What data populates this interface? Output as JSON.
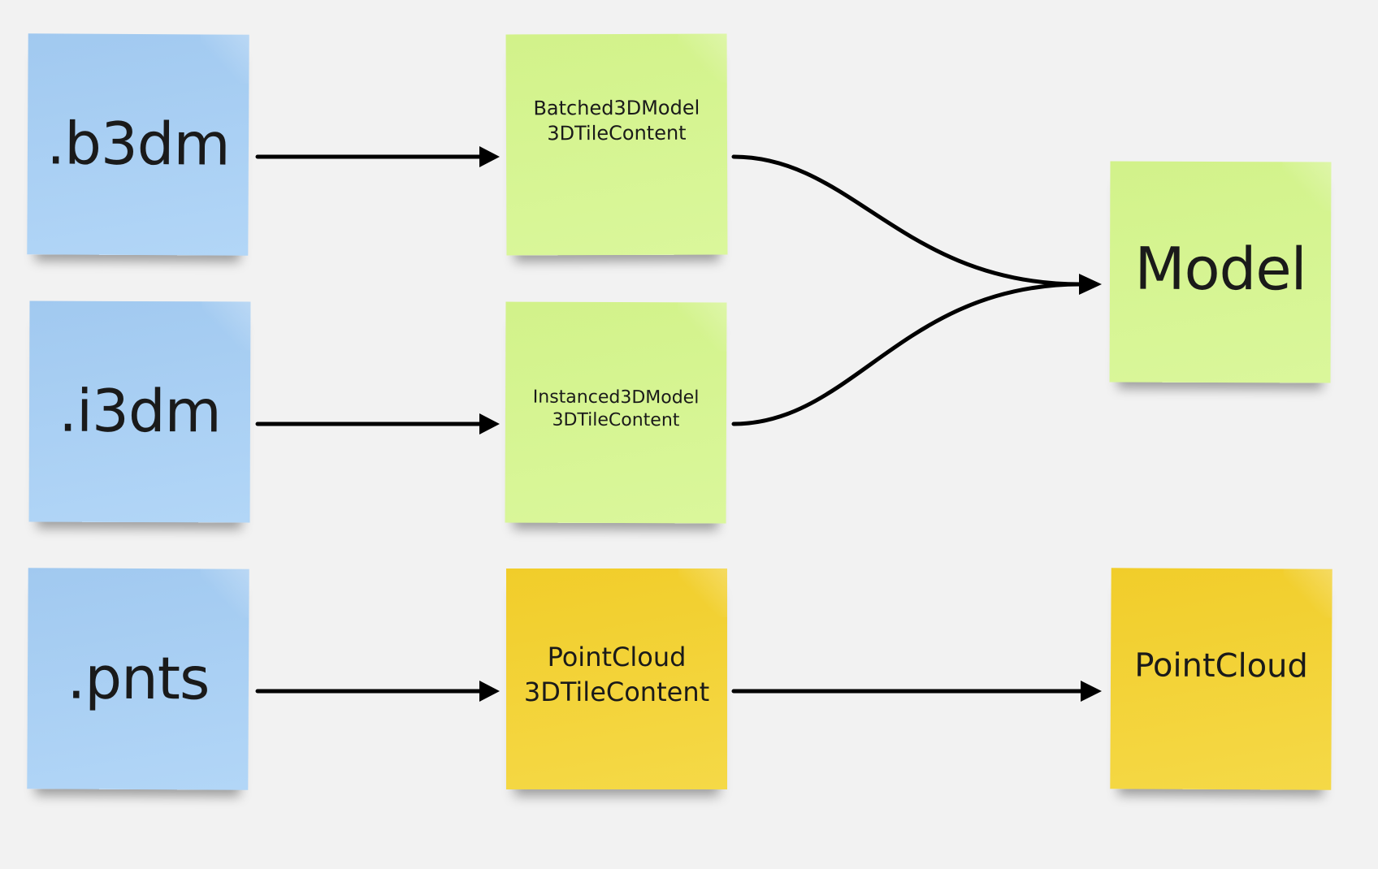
{
  "source_notes": [
    {
      "id": "b3dm",
      "label": ".b3dm"
    },
    {
      "id": "i3dm",
      "label": ".i3dm"
    },
    {
      "id": "pnts",
      "label": ".pnts"
    }
  ],
  "content_notes": [
    {
      "id": "batched",
      "label": "Batched3DModel\n3DTileContent"
    },
    {
      "id": "instanced",
      "label": "Instanced3DModel\n3DTileContent"
    },
    {
      "id": "pointcloud_content",
      "label": "PointCloud\n3DTileContent"
    }
  ],
  "result_notes": [
    {
      "id": "model",
      "label": "Model"
    },
    {
      "id": "pointcloud",
      "label": "PointCloud"
    }
  ],
  "connections": [
    {
      "from": ".b3dm",
      "to": "Batched3DModel 3DTileContent"
    },
    {
      "from": ".i3dm",
      "to": "Instanced3DModel 3DTileContent"
    },
    {
      "from": ".pnts",
      "to": "PointCloud 3DTileContent"
    },
    {
      "from": "Batched3DModel 3DTileContent",
      "to": "Model"
    },
    {
      "from": "Instanced3DModel 3DTileContent",
      "to": "Model"
    },
    {
      "from": "PointCloud 3DTileContent",
      "to": "PointCloud"
    }
  ],
  "colors": {
    "source_note": "#a9cff4",
    "content_note_green": "#d5f591",
    "note_yellow": "#f3d338",
    "background": "#f2f2f2",
    "arrow": "#000000",
    "text": "#1a1a1a"
  }
}
